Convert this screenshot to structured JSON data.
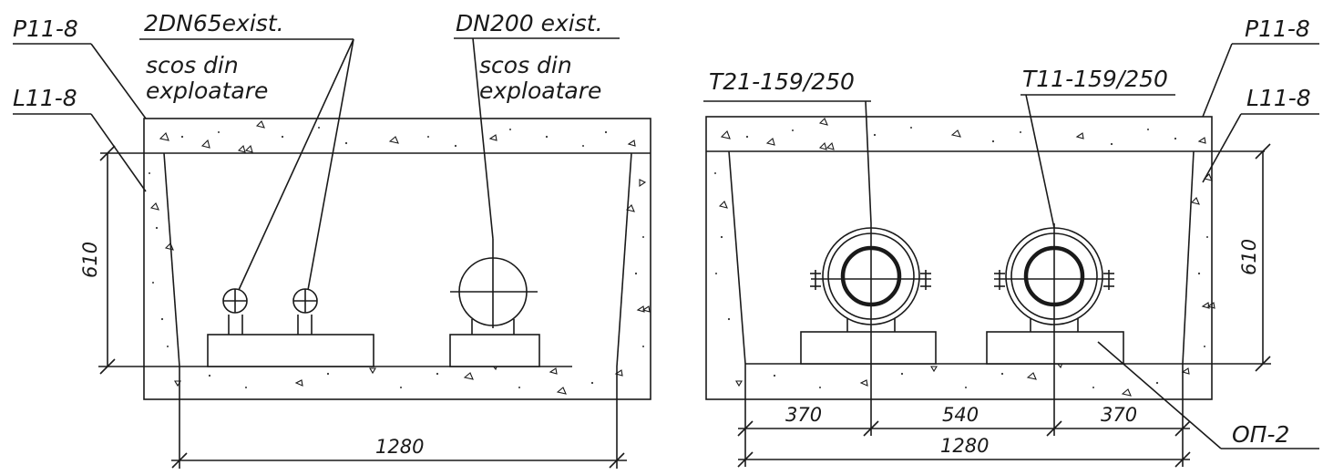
{
  "left_section": {
    "labels": {
      "p_label": "P11-8",
      "l_label": "L11-8",
      "pipe_small": "2DN65exist.",
      "pipe_small_note_1": "scos din",
      "pipe_small_note_2": "exploatare",
      "pipe_large": "DN200 exist.",
      "pipe_large_note_1": "scos din",
      "pipe_large_note_2": "exploatare"
    },
    "dimensions": {
      "height": "610",
      "width": "1280"
    }
  },
  "right_section": {
    "labels": {
      "pipe_1": "T21-159/250",
      "pipe_2": "T11-159/250",
      "p_label": "P11-8",
      "l_label": "L11-8",
      "support": "ОП-2"
    },
    "dimensions": {
      "height": "610",
      "seg_left": "370",
      "seg_mid": "540",
      "seg_right": "370",
      "width": "1280"
    }
  }
}
